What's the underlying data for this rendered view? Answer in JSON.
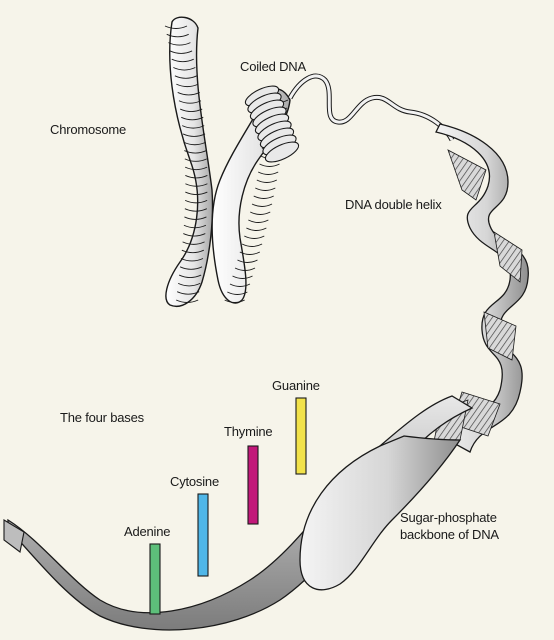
{
  "labels": {
    "chromosome": "Chromosome",
    "coiled_dna": "Coiled DNA",
    "double_helix": "DNA double helix",
    "four_bases": "The four bases",
    "guanine": "Guanine",
    "thymine": "Thymine",
    "cytosine": "Cytosine",
    "adenine": "Adenine",
    "backbone_line1": "Sugar-phosphate",
    "backbone_line2": "backbone of DNA"
  },
  "colors": {
    "background": "#f6f4ea",
    "outline": "#1a1a1a",
    "ribbon_light": "#f2f2f2",
    "ribbon_dark": "#9a9a9a",
    "guanine": "#f2e24a",
    "thymine": "#c2187a",
    "cytosine": "#4fb6e8",
    "adenine": "#5dbf7a"
  }
}
